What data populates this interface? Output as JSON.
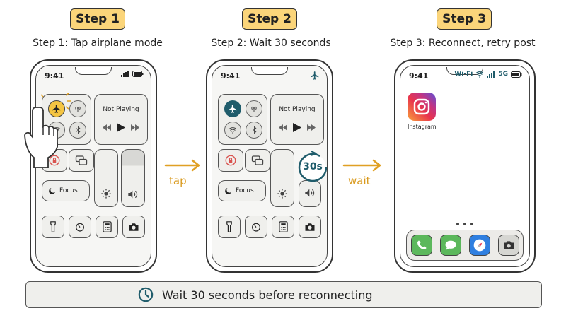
{
  "steps": [
    {
      "badge": "Step 1",
      "caption": "Step 1: Tap airplane mode",
      "time": "9:41",
      "now_playing": "Not Playing",
      "focus": "Focus"
    },
    {
      "badge": "Step 2",
      "caption": "Step 2: Wait 30 seconds",
      "time": "9:41",
      "now_playing": "Not Playing",
      "focus": "Focus",
      "timer": "30s"
    },
    {
      "badge": "Step 3",
      "caption": "Step 3: Reconnect, retry post",
      "time": "9:41",
      "wifi": "Wi-Fi",
      "cellular": "5G",
      "app_name": "Instagram"
    }
  ],
  "arrows": [
    {
      "label": "tap"
    },
    {
      "label": "wait"
    }
  ],
  "footer": {
    "text": "Wait 30 seconds before reconnecting"
  },
  "colors": {
    "badge": "#fbd57a",
    "accent_teal": "#1f5c6b",
    "arrow_orange": "#e0a024",
    "airplane_active": "#f5c542"
  },
  "icons": [
    "airplane-icon",
    "cellular-data-icon",
    "wifi-icon",
    "bluetooth-icon",
    "rotation-lock-icon",
    "screen-mirroring-icon",
    "moon-icon",
    "brightness-icon",
    "volume-icon",
    "flashlight-icon",
    "timer-icon",
    "calculator-icon",
    "camera-icon",
    "hand-pointer-icon",
    "clock-icon",
    "instagram-icon",
    "phone-icon",
    "messages-icon",
    "safari-icon"
  ]
}
